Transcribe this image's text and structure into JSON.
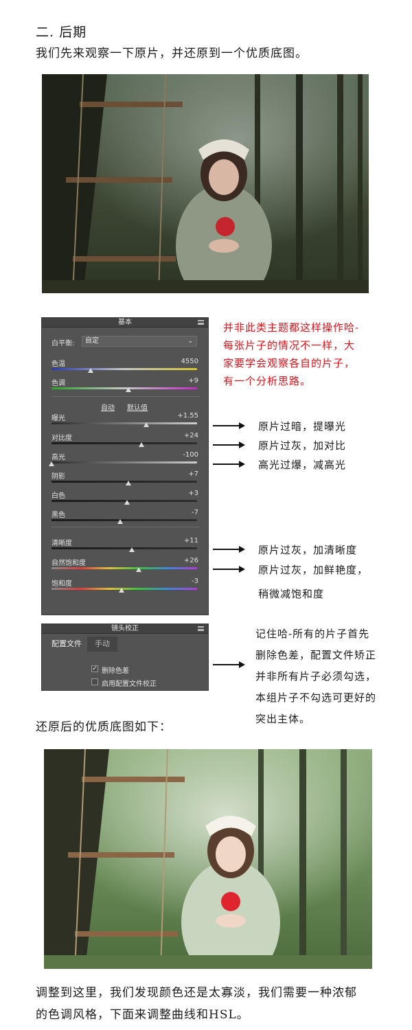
{
  "section_title": "二. 后期",
  "intro": "我们先来观察一下原片，并还原到一个优质底图。",
  "basic_panel": {
    "title": "基本",
    "white_balance_label": "白平衡:",
    "white_balance_value": "自定",
    "auto_label": "自动",
    "default_label": "默认值",
    "sliders": [
      {
        "label": "色温",
        "value": "4550",
        "level": 0.27,
        "gradient": "temp"
      },
      {
        "label": "色调",
        "value": "+9",
        "level": 0.53,
        "gradient": "tint"
      },
      {
        "label": "曝光",
        "value": "+1.55",
        "level": 0.65,
        "gradient": "gray"
      },
      {
        "label": "对比度",
        "value": "+24",
        "level": 0.62,
        "gradient": "dark"
      },
      {
        "label": "高光",
        "value": "-100",
        "level": 0.0,
        "gradient": "gray"
      },
      {
        "label": "阴影",
        "value": "+7",
        "level": 0.53,
        "gradient": "dark"
      },
      {
        "label": "白色",
        "value": "+3",
        "level": 0.52,
        "gradient": "dark"
      },
      {
        "label": "黑色",
        "value": "-7",
        "level": 0.47,
        "gradient": "dark"
      },
      {
        "label": "清晰度",
        "value": "+11",
        "level": 0.55,
        "gradient": "dark"
      },
      {
        "label": "自然饱和度",
        "value": "+26",
        "level": 0.6,
        "gradient": "rainbow"
      },
      {
        "label": "饱和度",
        "value": "-3",
        "level": 0.48,
        "gradient": "rainbow"
      }
    ]
  },
  "red_note": [
    "并非此类主题都这样操作哈-",
    "每张片子的情况不一样，大",
    "家要学会观察各自的片子，",
    "有一个分析思路。"
  ],
  "notes": {
    "exposure": "原片过暗，提曝光",
    "contrast": "原片过灰，加对比",
    "highlights": "高光过爆，减高光",
    "clarity": "原片过灰，加清晰度",
    "vibrance": "原片过灰，加鲜艳度，",
    "vibrance_2": "稍微减饱和度"
  },
  "lens_panel": {
    "title": "镜头校正",
    "tab_profile": "配置文件",
    "tab_manual": "手动",
    "chk1_label": "删除色差",
    "chk1_mark": "✓",
    "chk2_label": "启用配置文件校正"
  },
  "lens_note": [
    "记住哈-所有的片子首先",
    "删除色差，配置文件矫正",
    "并非所有片子必须勾选，",
    "本组片子不勾选可更好的",
    "突出主体。"
  ],
  "restored_caption": "还原后的优质底图如下：",
  "final_text": [
    "调整到这里，我们发现颜色还是太寡淡，我们需要一种浓郁",
    "的色调风格，下面来调整曲线和HSL。"
  ]
}
